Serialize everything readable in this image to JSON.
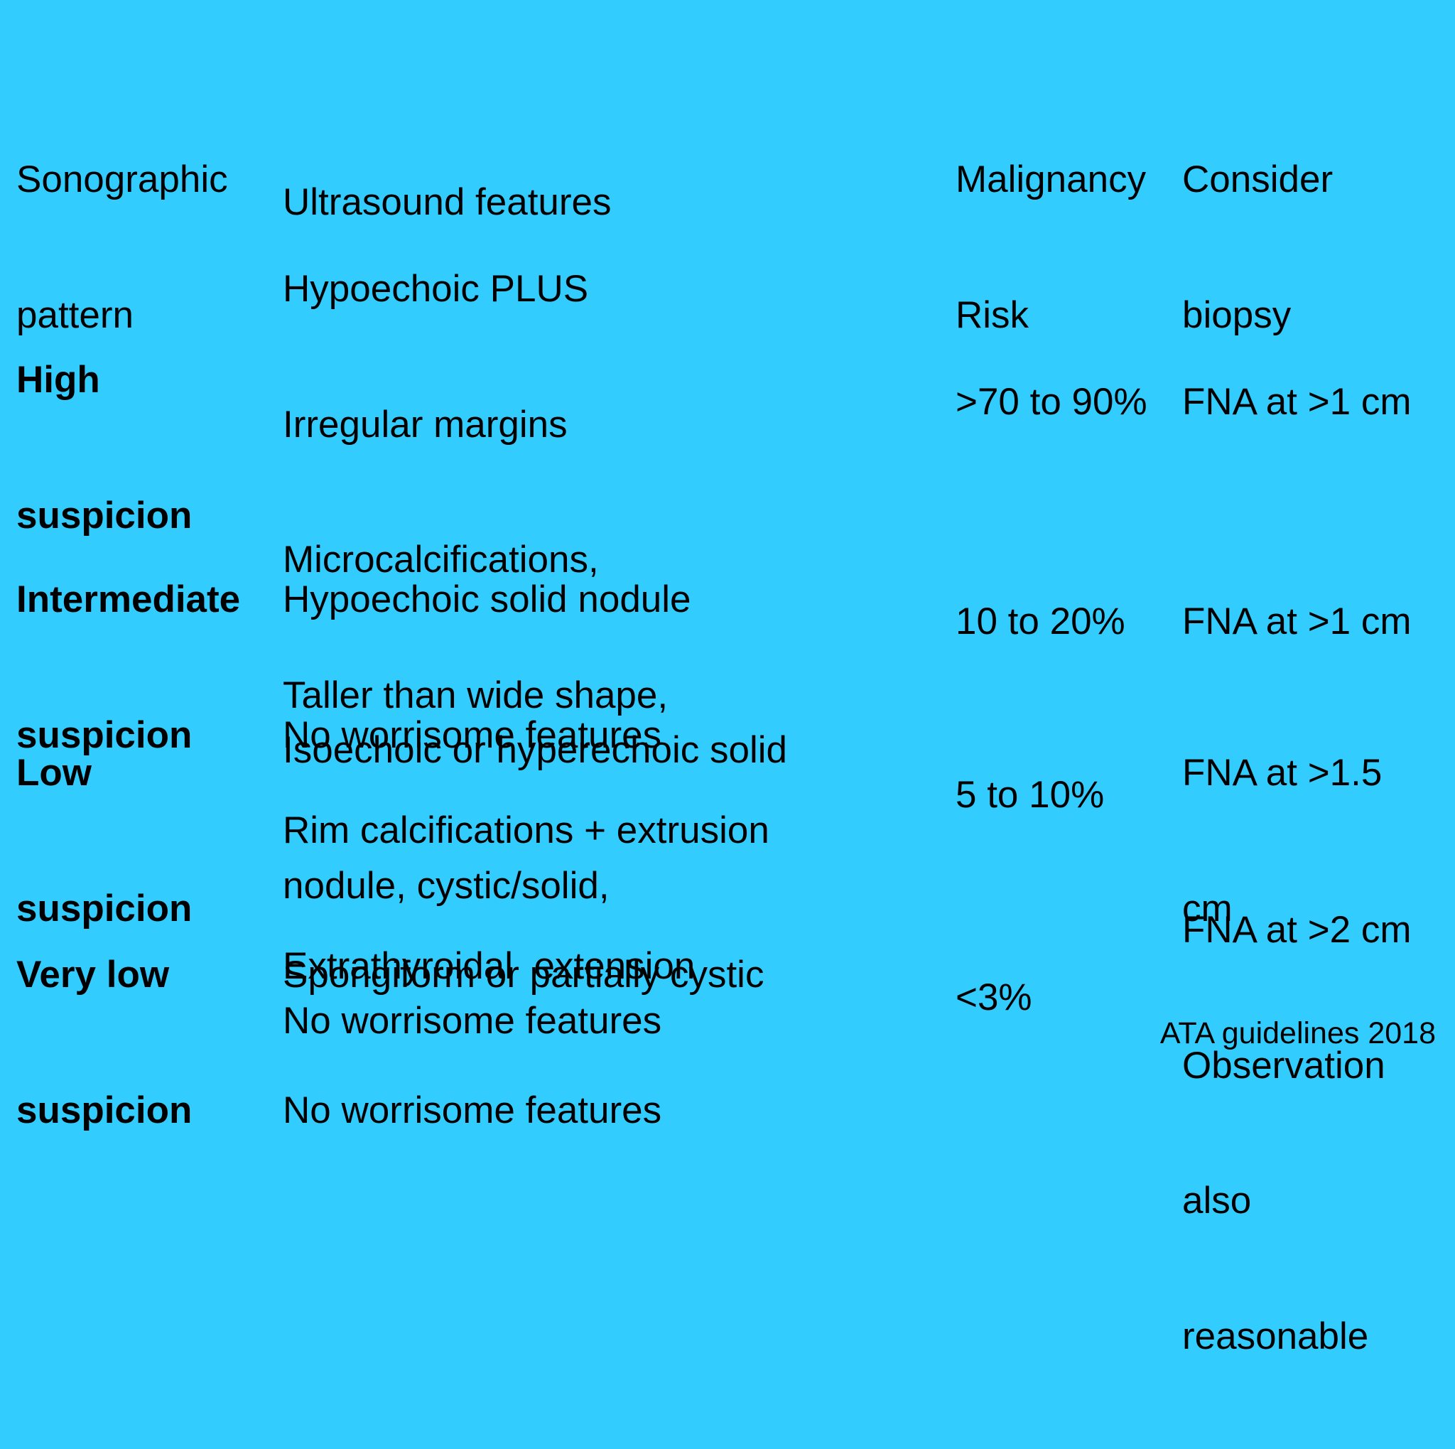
{
  "header": {
    "pattern": [
      "Sonographic",
      "pattern"
    ],
    "features": [
      "Ultrasound features"
    ],
    "risk": [
      "Malignancy",
      "Risk"
    ],
    "biopsy": [
      "Consider",
      "biopsy"
    ]
  },
  "rows": [
    {
      "pattern": [
        "High",
        "suspicion"
      ],
      "features": [
        "Hypoechoic PLUS",
        "Irregular margins",
        "Microcalcifications,",
        "Taller than wide shape,",
        "Rim calcifications + extrusion",
        "Extrathyroidal  extension"
      ],
      "risk": [
        ">70 to 90%"
      ],
      "biopsy": [
        "FNA at >1 cm"
      ]
    },
    {
      "pattern": [
        "Intermediate",
        "suspicion"
      ],
      "features": [
        "Hypoechoic solid nodule",
        "No worrisome features"
      ],
      "risk": [
        "10 to 20%"
      ],
      "biopsy": [
        "FNA at >1 cm"
      ]
    },
    {
      "pattern": [
        "Low",
        "suspicion"
      ],
      "features": [
        "Isoechoic or hyperechoic solid",
        "nodule, cystic/solid,",
        "No worrisome features"
      ],
      "risk": [
        "5 to 10%"
      ],
      "biopsy": [
        "FNA at >1.5",
        "cm"
      ]
    },
    {
      "pattern": [
        "Very low",
        "suspicion"
      ],
      "features": [
        "Spongiform or partially cystic",
        "No worrisome features"
      ],
      "risk": [
        "<3%"
      ],
      "biopsy": [
        "FNA at >2 cm",
        "Observation",
        "also",
        "reasonable"
      ]
    }
  ],
  "footer": {
    "source": "ATA guidelines 2018"
  },
  "colors": {
    "background": "#33ccff",
    "text": "#000000"
  }
}
